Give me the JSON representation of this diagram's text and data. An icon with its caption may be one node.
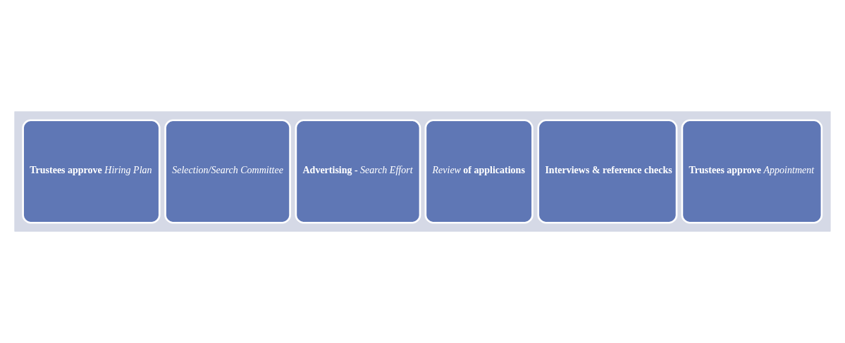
{
  "diagram": {
    "nodes": [
      {
        "text": [],
        "shape": "arrow"
      },
      {
        "text": [
          "**Trustees approve** *Hiring Plan*"
        ],
        "in": 0
      },
      {
        "text": [
          "Selection/Search Committee"
        ],
        "in": 0
      },
      {
        "text": [
          "**Advertising -** *Search Effort*"
        ],
        "in": 0
      },
      {
        "text": [
          "*Review* **of applications**"
        ],
        "in": 0
      },
      {
        "text": [
          "Interviews & reference checks"
        ],
        "in": 0
      },
      {
        "text": [
          "**Trustees approve** *Appointment*"
        ],
        "in": 0
      }
    ],
    "edges": []
  }
}
